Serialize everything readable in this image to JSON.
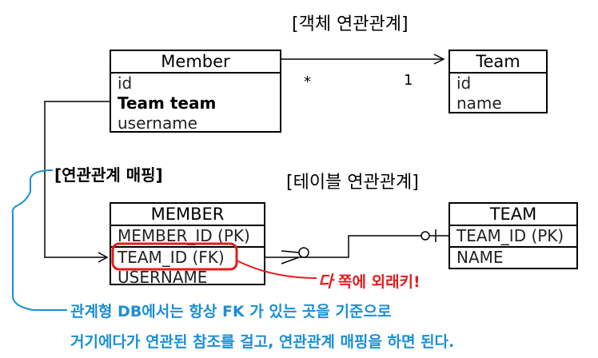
{
  "object_section": {
    "title": "[객체 연관관계]",
    "member": {
      "name": "Member",
      "fields": [
        "id",
        "Team team",
        "username"
      ]
    },
    "team": {
      "name": "Team",
      "fields": [
        "id",
        "name"
      ]
    },
    "multiplicity_many": "*",
    "multiplicity_one": "1"
  },
  "mapping_label": "[연관관계 매핑]",
  "table_section": {
    "title": "[테이블 연관관계]",
    "member": {
      "name": "MEMBER",
      "fields": [
        "MEMBER_ID (PK)",
        "TEAM_ID (FK)",
        "USERNAME"
      ]
    },
    "team": {
      "name": "TEAM",
      "fields": [
        "TEAM_ID (PK)",
        "NAME"
      ]
    }
  },
  "fk_note": {
    "emph": "다",
    "rest": " 쪽에 외래키!"
  },
  "bottom_note": {
    "line1": "관계형 DB에서는 항상 FK 가 있는 곳을 기준으로",
    "line2": "거기에다가 연관된 참조를 걸고, 연관관계 매핑을 하면 된다."
  },
  "colors": {
    "note_blue": "#1a8fd6",
    "highlight_red": "#e51b1b",
    "line_black": "#000000"
  }
}
